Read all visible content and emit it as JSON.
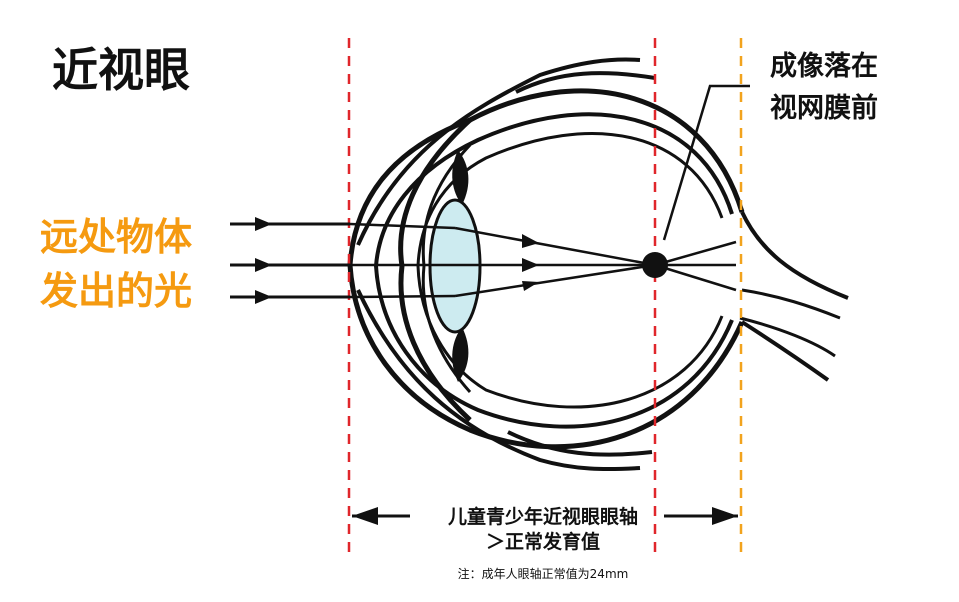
{
  "title": "近视眼",
  "source_label": {
    "line1": "远处物体",
    "line2": "发出的光"
  },
  "focus_label": {
    "line1": "成像落在",
    "line2": "视网膜前"
  },
  "axis_label": {
    "line1": "儿童青少年近视眼眼轴",
    "line2": "＞正常发育值"
  },
  "note": "注：成年人眼轴正常值为24mm",
  "colors": {
    "line": "#111111",
    "guide_red": "#e0262b",
    "guide_orange": "#f2a31d",
    "lens": "#cdebf0",
    "text_orange": "#f59a10"
  },
  "icons": [
    "eye-cross-section",
    "arrow-right",
    "arrow-left"
  ]
}
